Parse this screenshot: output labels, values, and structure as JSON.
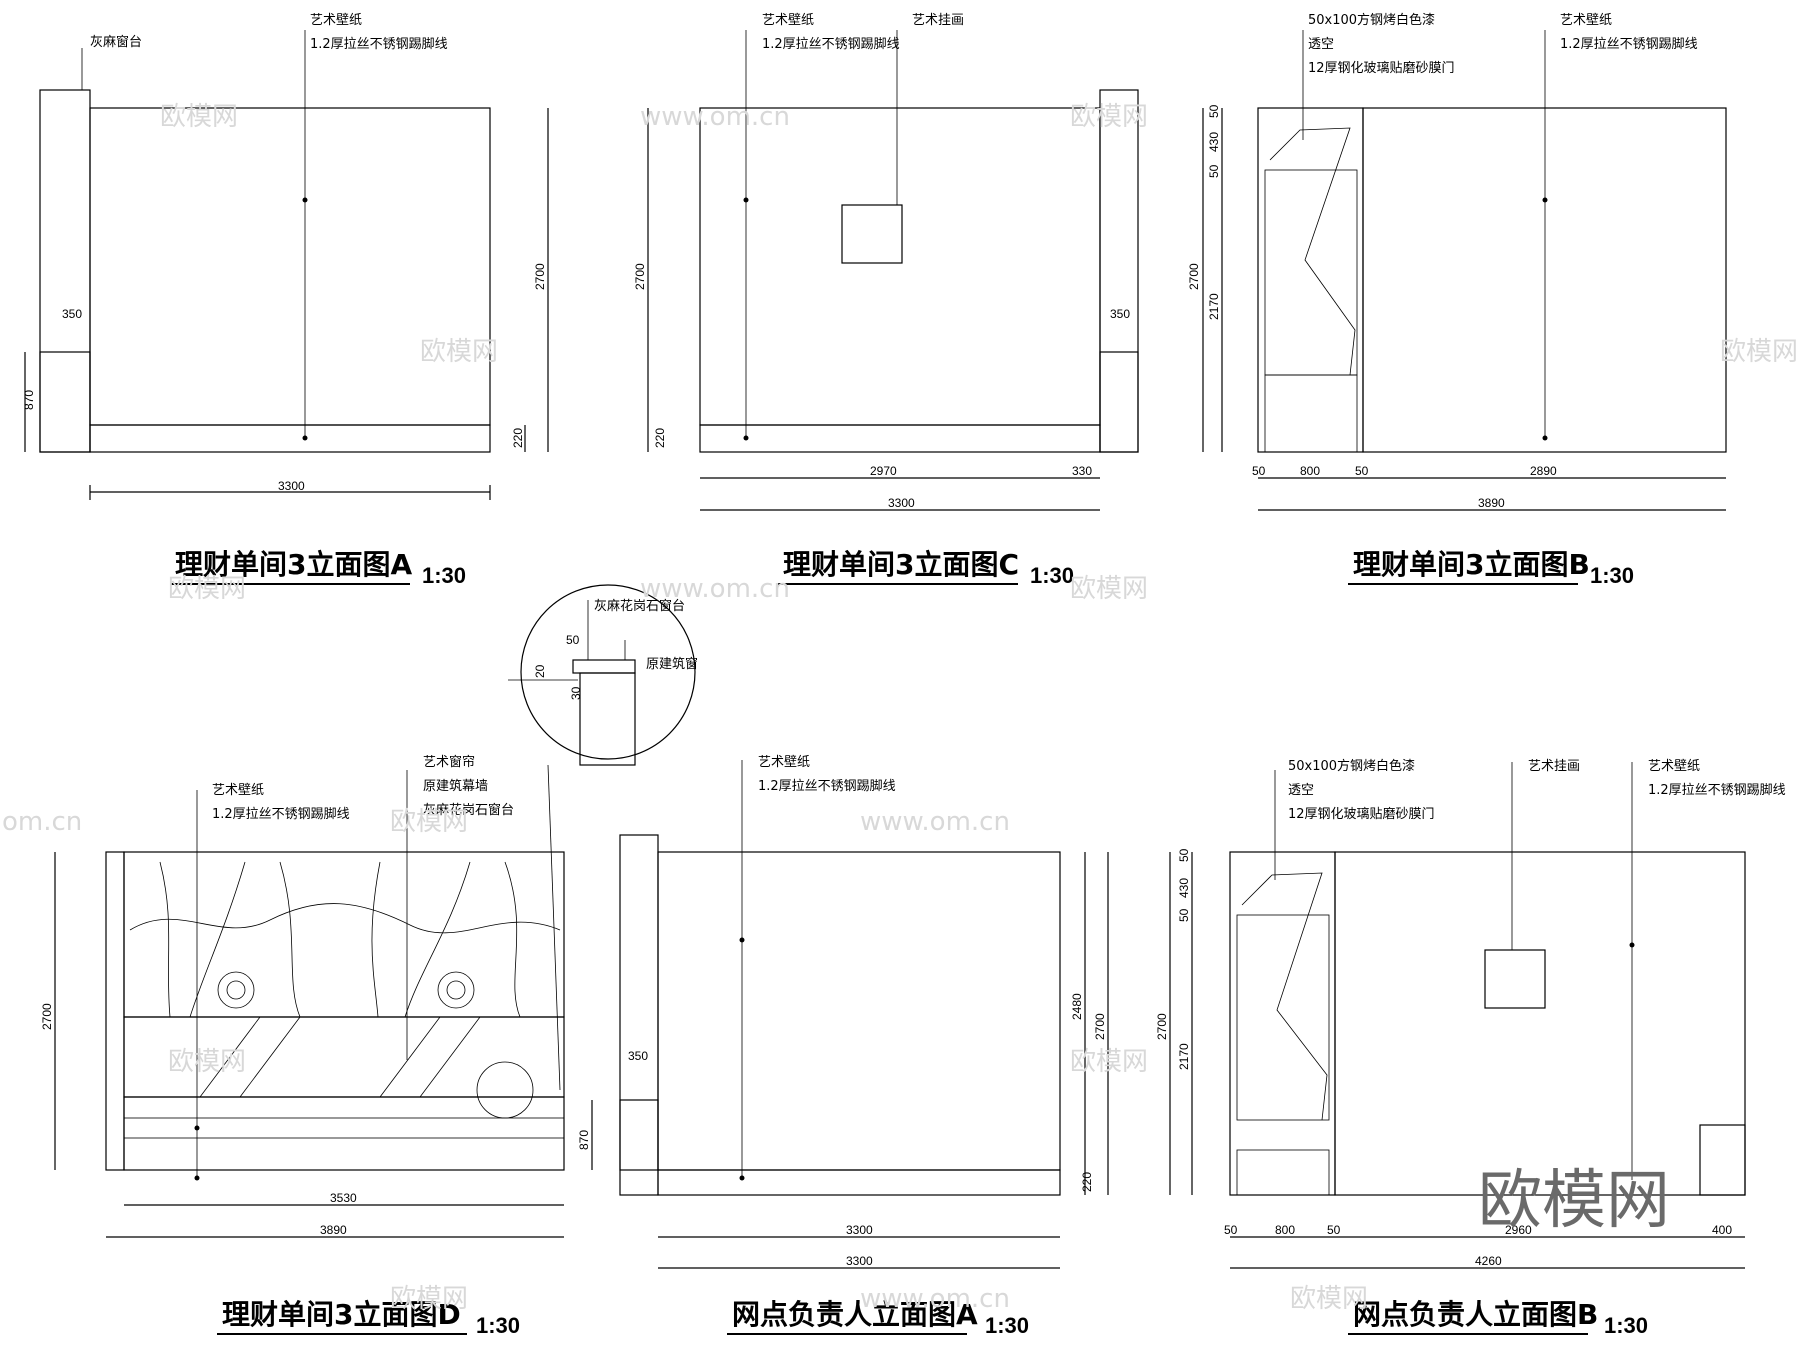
{
  "drawings": [
    {
      "id": "A",
      "title": "理财单间3立面图A",
      "scale": "1:30",
      "labels": [
        "灰麻窗台",
        "艺术壁纸",
        "1.2厚拉丝不锈钢踢脚线"
      ],
      "dims": {
        "width": "3300",
        "height": "2700",
        "sill": "870",
        "sill_w": "350",
        "base": "220"
      }
    },
    {
      "id": "C",
      "title": "理财单间3立面图C",
      "scale": "1:30",
      "labels": [
        "艺术壁纸",
        "1.2厚拉丝不锈钢踢脚线",
        "艺术挂画"
      ],
      "dims": {
        "width": "3300",
        "seg1": "2970",
        "seg2": "330",
        "height": "2700",
        "sill_w": "350",
        "base": "220"
      }
    },
    {
      "id": "B",
      "title": "理财单间3立面图B",
      "scale": "1:30",
      "labels": [
        "50x100方钢烤白色漆",
        "透空",
        "12厚钢化玻璃贴磨砂膜门",
        "艺术壁纸",
        "1.2厚拉丝不锈钢踢脚线"
      ],
      "dims": {
        "total": "3890",
        "d50a": "50",
        "d800": "800",
        "d50b": "50",
        "d2890": "2890",
        "height": "2700",
        "h2170": "2170",
        "h430": "430",
        "h50a": "50",
        "h50b": "50"
      }
    },
    {
      "id": "D",
      "title": "理财单间3立面图D",
      "scale": "1:30",
      "labels": [
        "艺术壁纸",
        "1.2厚拉丝不锈钢踢脚线",
        "艺术窗帘",
        "原建筑幕墙",
        "灰麻花岗石窗台"
      ],
      "dims": {
        "inner": "3530",
        "total": "3890",
        "height": "2700",
        "sill": "870"
      }
    },
    {
      "id": "NA",
      "title": "网点负责人立面图A",
      "scale": "1:30",
      "labels": [
        "艺术壁纸",
        "1.2厚拉丝不锈钢踢脚线"
      ],
      "dims": {
        "w1": "3300",
        "w2": "3300",
        "sill_w": "350",
        "height": "2700",
        "h2480": "2480",
        "base": "220"
      }
    },
    {
      "id": "NB",
      "title": "网点负责人立面图B",
      "scale": "1:30",
      "labels": [
        "50x100方钢烤白色漆",
        "透空",
        "12厚钢化玻璃贴磨砂膜门",
        "艺术挂画",
        "艺术壁纸",
        "1.2厚拉丝不锈钢踢脚线"
      ],
      "dims": {
        "total": "4260",
        "d50a": "50",
        "d800": "800",
        "d50b": "50",
        "d2960": "2960",
        "d400": "400",
        "height": "2700",
        "h2170": "2170",
        "h430": "430",
        "h50a": "50",
        "h50b": "50"
      }
    }
  ],
  "detail": {
    "labels": [
      "灰麻花岗石窗台",
      "原建筑窗"
    ],
    "dims": {
      "d50": "50",
      "d20": "20",
      "d30": "30"
    }
  },
  "watermark": {
    "brand": "欧模网",
    "site": "www.om.cn",
    "site_short": "om.cn"
  }
}
